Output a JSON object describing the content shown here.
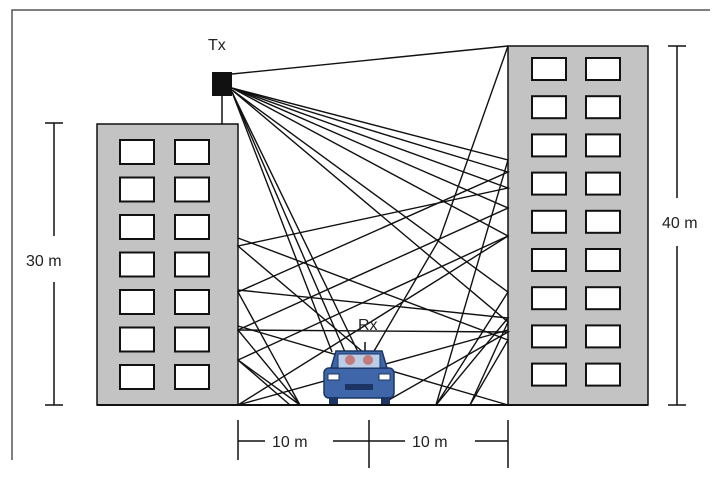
{
  "diagram": {
    "transmitter_label": "Tx",
    "receiver_label": "Rx",
    "left_building_height_label": "30 m",
    "right_building_height_label": "40 m",
    "left_gap_label": "10 m",
    "right_gap_label": "10 m",
    "left_building_windows": {
      "rows": 7,
      "cols": 2
    },
    "right_building_windows": {
      "rows": 9,
      "cols": 2
    },
    "colors": {
      "building_fill": "#c3c3c3",
      "window_fill": "#ffffff",
      "stroke": "#111111",
      "car_body": "#3f66a8",
      "car_window": "#b9cde8",
      "passenger": "#c47a7a"
    }
  }
}
